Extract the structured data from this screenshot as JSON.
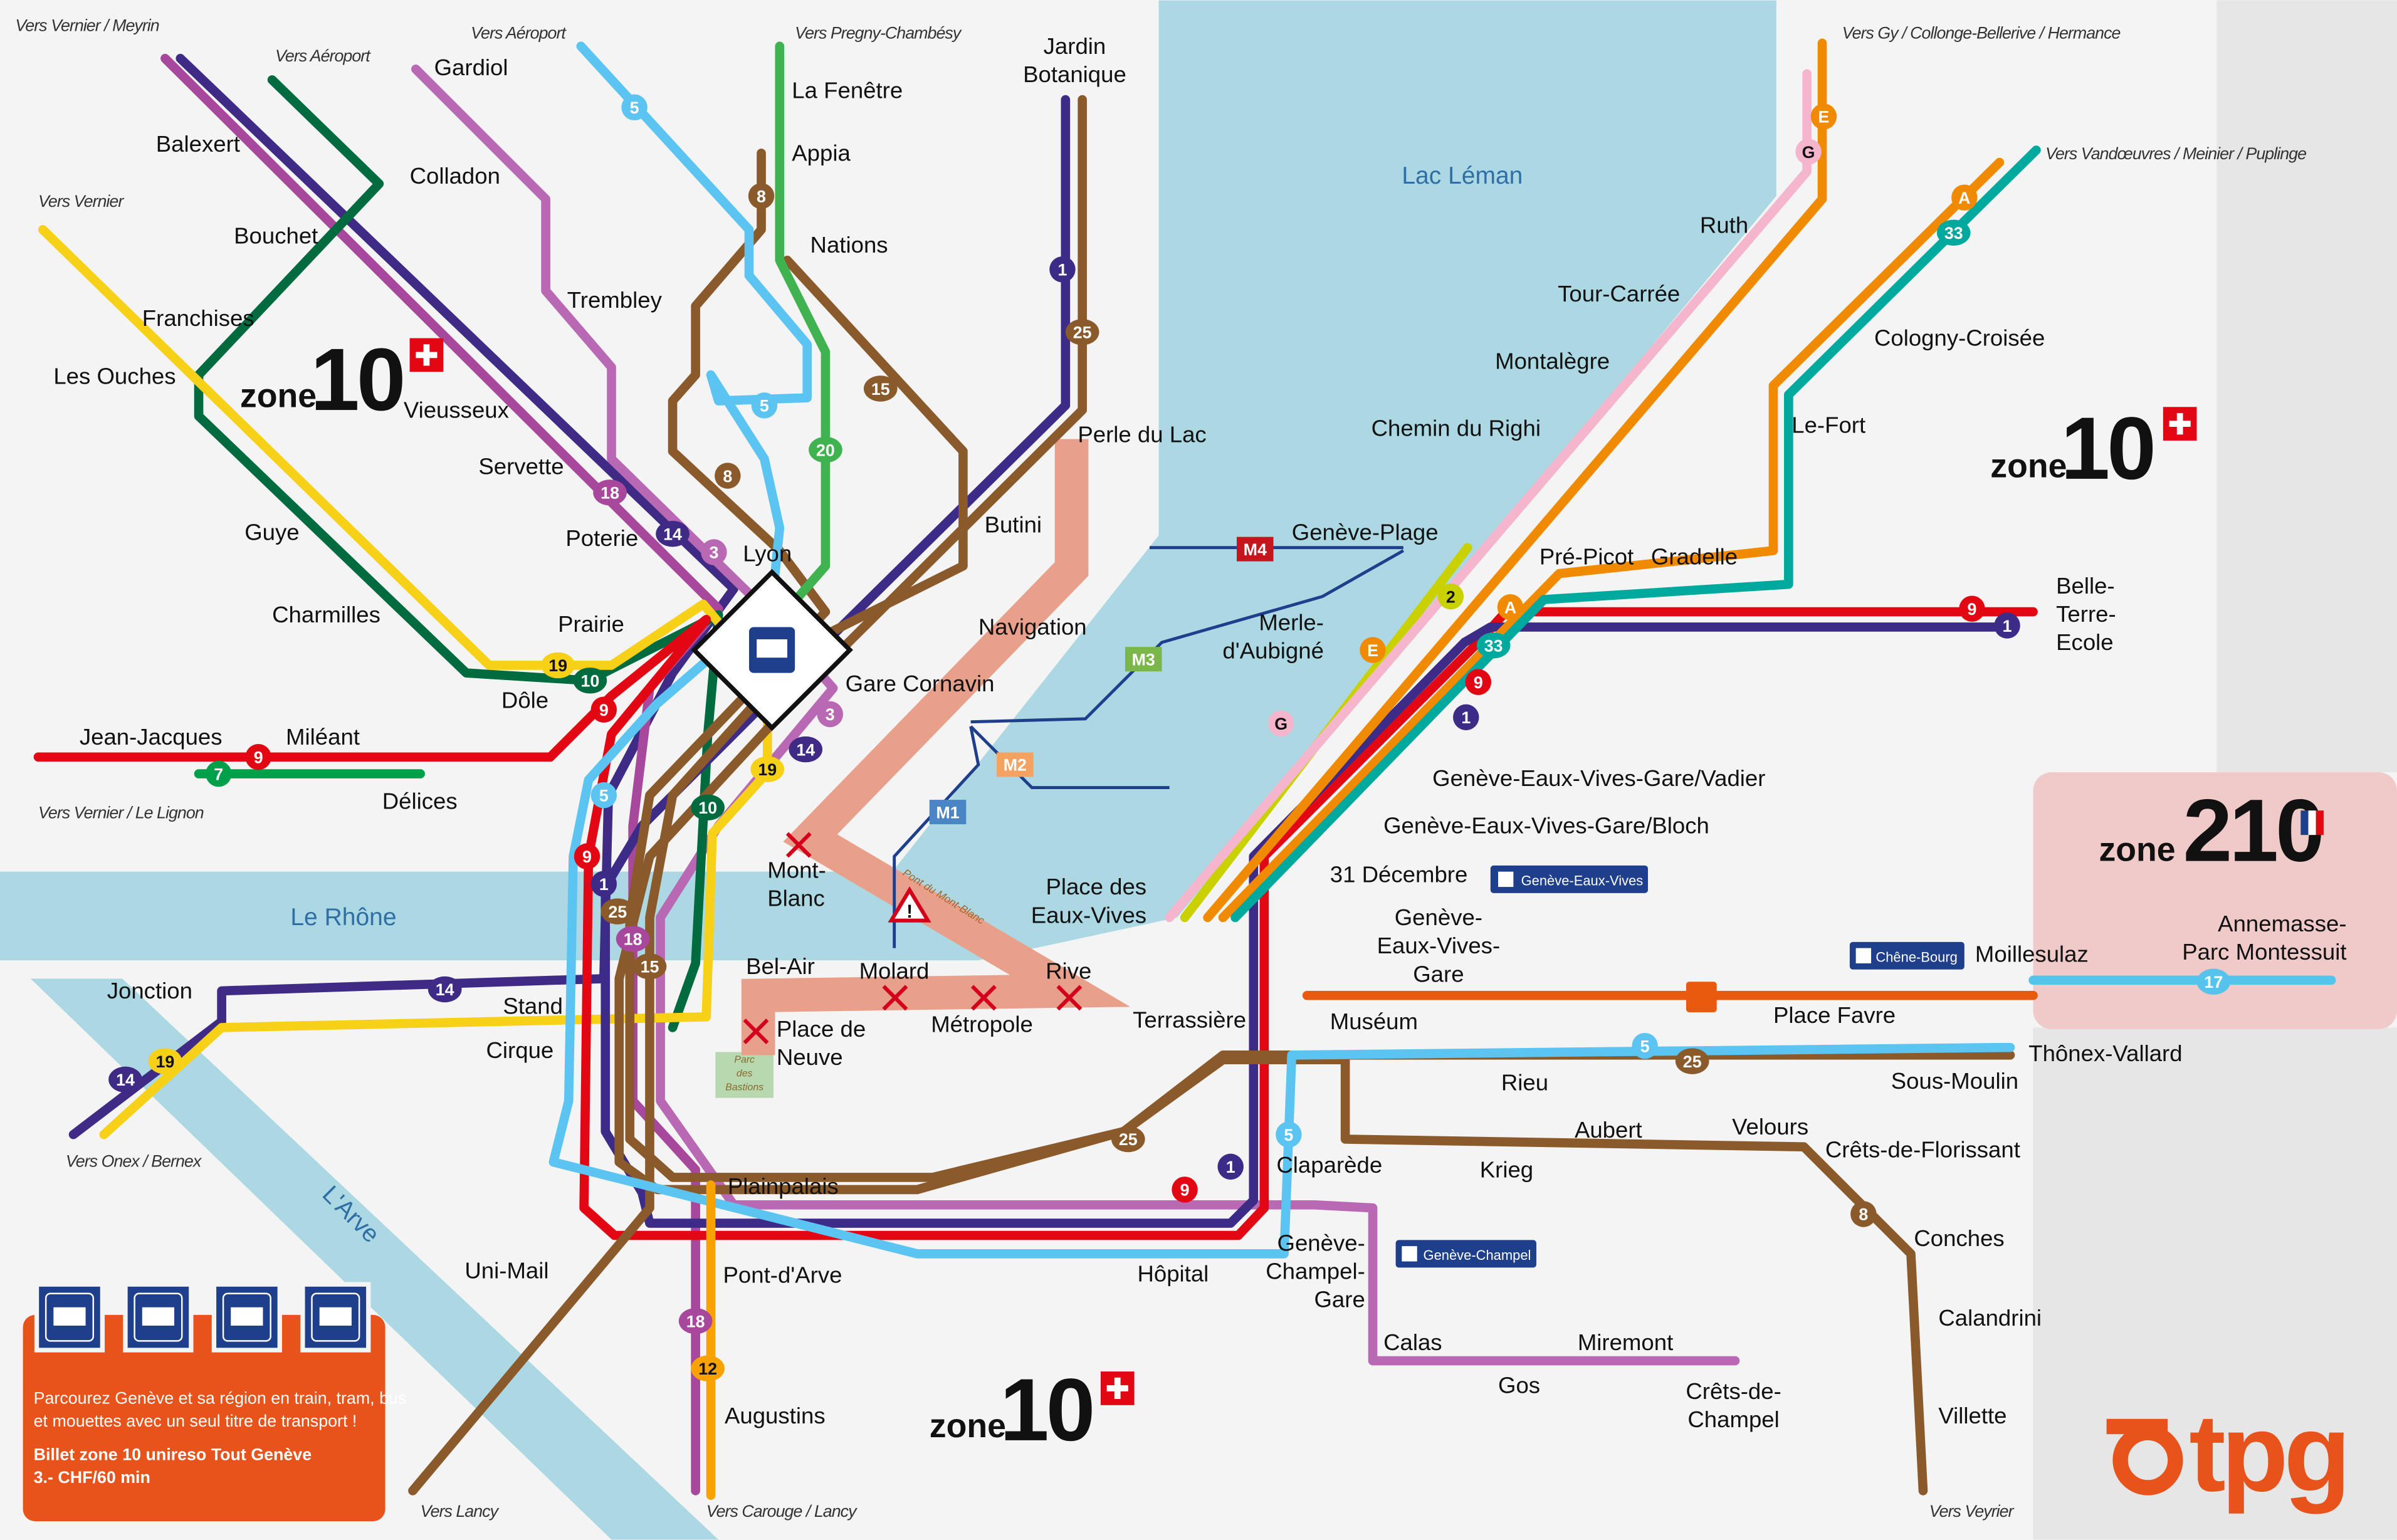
{
  "map": {
    "water_labels": {
      "lake": "Lac Léman",
      "rhone": "Le Rhône",
      "arve": "L'Arve",
      "bridge": "Pont du Mont-Blanc",
      "park": [
        "Parc",
        "des",
        "Bastions"
      ]
    },
    "colors": {
      "background": "#f4f4f4",
      "water": "#acd8e3",
      "pedestrian_zone": "#e8a08a",
      "zone210": "#f0c9c9",
      "outer": "#e6e6e6",
      "tpg_orange": "#e8531b",
      "navy": "#1d3f8c"
    }
  },
  "directions": {
    "vernier_meyrin": "Vers Vernier / Meyrin",
    "aeroport1": "Vers Aéroport",
    "aeroport2": "Vers Aéroport",
    "pregny": "Vers Pregny-Chambésy",
    "vernier": "Vers Vernier",
    "gy": "Vers Gy / Collonge-Bellerive / Hermance",
    "vandoeuvres": "Vers Vandœuvres / Meinier / Puplinge",
    "lignon": "Vers Vernier / Le Lignon",
    "onex": "Vers Onex / Bernex",
    "lancy": "Vers Lancy",
    "carouge": "Vers Carouge / Lancy",
    "veyrier": "Vers Veyrier"
  },
  "stations": {
    "gardiol": "Gardiol",
    "jardin": [
      "Jardin",
      "Botanique"
    ],
    "fenetre": "La Fenêtre",
    "appia": "Appia",
    "nations": "Nations",
    "balexert": "Balexert",
    "colladon": "Colladon",
    "bouchet": "Bouchet",
    "trembley": "Trembley",
    "franchises": "Franchises",
    "ouches": "Les Ouches",
    "vieusseux": "Vieusseux",
    "servette": "Servette",
    "perle": "Perle du Lac",
    "guye": "Guye",
    "poterie": "Poterie",
    "lyon": "Lyon",
    "butini": "Butini",
    "charmilles": "Charmilles",
    "prairie": "Prairie",
    "navigation": "Navigation",
    "cornavin": "Gare Cornavin",
    "dole": "Dôle",
    "jeanjacques": "Jean-Jacques",
    "mileant": "Miléant",
    "delices": "Délices",
    "montblanc": [
      "Mont-",
      "Blanc"
    ],
    "eauxvives": [
      "Place des",
      "Eaux-Vives"
    ],
    "belair": "Bel-Air",
    "molard": "Molard",
    "rive": "Rive",
    "jonction": "Jonction",
    "stand": "Stand",
    "neuve": [
      "Place de",
      "Neuve"
    ],
    "metropole": "Métropole",
    "terrassiere": "Terrassière",
    "cirque": "Cirque",
    "plainpalais": "Plainpalais",
    "unimail": "Uni-Mail",
    "pontdarve": "Pont-d'Arve",
    "augustins": "Augustins",
    "hopital": "Hôpital",
    "champelgare": [
      "Genève-",
      "Champel-",
      "Gare"
    ],
    "claparede": "Claparède",
    "museum": "Muséum",
    "rieu": "Rieu",
    "krieg": "Krieg",
    "aubert": "Aubert",
    "velours": "Velours",
    "florissant": "Crêts-de-Florissant",
    "conches": "Conches",
    "calandrini": "Calandrini",
    "villette": "Villette",
    "calas": "Calas",
    "gos": "Gos",
    "miremont": "Miremont",
    "cretschampel": [
      "Crêts-de-",
      "Champel"
    ],
    "placefavre": "Place Favre",
    "moillesulaz": "Moillesulaz",
    "annemasse": [
      "Annemasse-",
      "Parc Montessuit"
    ],
    "thonex": "Thônex-Vallard",
    "sousmoulin": "Sous-Moulin",
    "gevgare": [
      "Genève-",
      "Eaux-Vives-",
      "Gare"
    ],
    "decembre": "31 Décembre",
    "bloch": "Genève-Eaux-Vives-Gare/Bloch",
    "vadier": "Genève-Eaux-Vives-Gare/Vadier",
    "merle": [
      "Merle-",
      "d'Aubigné"
    ],
    "plage": "Genève-Plage",
    "prepicot": "Pré-Picot",
    "gradelle": "Gradelle",
    "belleterre": [
      "Belle-",
      "Terre-",
      "Ecole"
    ],
    "righi": "Chemin du Righi",
    "montalegre": "Montalègre",
    "tourcarree": "Tour-Carrée",
    "ruth": "Ruth",
    "cologny": "Cologny-Croisée",
    "lefort": "Le-Fort"
  },
  "train_tags": {
    "eauxvives": "Genève-Eaux-Vives",
    "chenebourg": "Chêne-Bourg",
    "champel": "Genève-Champel"
  },
  "zones": {
    "z1": {
      "word": "zone",
      "num": "10"
    },
    "z2": {
      "word": "zone",
      "num": "10"
    },
    "z3": {
      "word": "zone",
      "num": "10"
    },
    "z4": {
      "word": "zone",
      "num": "210"
    }
  },
  "lines": [
    {
      "id": "14",
      "color": "#3f2b85"
    },
    {
      "id": "18",
      "color": "#a8489c"
    },
    {
      "id": "3",
      "color": "#b968b4"
    },
    {
      "id": "10",
      "color": "#006b3f"
    },
    {
      "id": "19",
      "color": "#f7d117"
    },
    {
      "id": "9",
      "color": "#e30613"
    },
    {
      "id": "7",
      "color": "#00a04a"
    },
    {
      "id": "1",
      "color": "#3d2b88"
    },
    {
      "id": "25",
      "color": "#8b5a2b"
    },
    {
      "id": "8",
      "color": "#8b5a2b"
    },
    {
      "id": "15",
      "color": "#8b5a2b"
    },
    {
      "id": "20",
      "color": "#3fb34f"
    },
    {
      "id": "5",
      "color": "#5bc4f1"
    },
    {
      "id": "12",
      "color": "#f8a200"
    },
    {
      "id": "2",
      "color": "#c9d200"
    },
    {
      "id": "E",
      "color": "#f08a00"
    },
    {
      "id": "G",
      "color": "#f4b5cd"
    },
    {
      "id": "A",
      "color": "#f08a00"
    },
    {
      "id": "33",
      "color": "#00a99d"
    },
    {
      "id": "17",
      "color": "#55c3eb"
    },
    {
      "id": "Léman Express",
      "color": "#e95a0e"
    }
  ],
  "badges": [
    {
      "label": "5",
      "color": "#5bc4f1"
    },
    {
      "label": "8",
      "color": "#8b5a2b"
    },
    {
      "label": "1",
      "color": "#3d2b88"
    },
    {
      "label": "25",
      "color": "#8b5a2b"
    },
    {
      "label": "15",
      "color": "#8b5a2b"
    },
    {
      "label": "5",
      "color": "#5bc4f1"
    },
    {
      "label": "20",
      "color": "#3fb34f"
    },
    {
      "label": "8",
      "color": "#8b5a2b"
    },
    {
      "label": "18",
      "color": "#a8489c"
    },
    {
      "label": "14",
      "color": "#3f2b85"
    },
    {
      "label": "3",
      "color": "#b968b4"
    },
    {
      "label": "19",
      "color": "#f7d117"
    },
    {
      "label": "10",
      "color": "#006b3f"
    },
    {
      "label": "9",
      "color": "#e30613"
    },
    {
      "label": "9",
      "color": "#e30613"
    },
    {
      "label": "7",
      "color": "#00a04a"
    },
    {
      "label": "3",
      "color": "#b968b4"
    },
    {
      "label": "14",
      "color": "#3f2b85"
    },
    {
      "label": "19",
      "color": "#f7d117"
    },
    {
      "label": "10",
      "color": "#006b3f"
    },
    {
      "label": "5",
      "color": "#5bc4f1"
    },
    {
      "label": "9",
      "color": "#e30613"
    },
    {
      "label": "1",
      "color": "#3d2b88"
    },
    {
      "label": "25",
      "color": "#8b5a2b"
    },
    {
      "label": "18",
      "color": "#a8489c"
    },
    {
      "label": "15",
      "color": "#8b5a2b"
    },
    {
      "label": "14",
      "color": "#3f2b85"
    },
    {
      "label": "19",
      "color": "#f7d117"
    },
    {
      "label": "14",
      "color": "#3f2b85"
    },
    {
      "label": "18",
      "color": "#a8489c"
    },
    {
      "label": "12",
      "color": "#f8a200"
    },
    {
      "label": "25",
      "color": "#8b5a2b"
    },
    {
      "label": "9",
      "color": "#e30613"
    },
    {
      "label": "1",
      "color": "#3d2b88"
    },
    {
      "label": "5",
      "color": "#5bc4f1"
    },
    {
      "label": "5",
      "color": "#5bc4f1"
    },
    {
      "label": "25",
      "color": "#8b5a2b"
    },
    {
      "label": "8",
      "color": "#8b5a2b"
    },
    {
      "label": "9",
      "color": "#e30613"
    },
    {
      "label": "1",
      "color": "#3d2b88"
    },
    {
      "label": "17",
      "color": "#55c3eb"
    },
    {
      "label": "E",
      "color": "#f08a00"
    },
    {
      "label": "G",
      "color": "#f4b5cd"
    },
    {
      "label": "A",
      "color": "#f08a00"
    },
    {
      "label": "33",
      "color": "#00a99d"
    },
    {
      "label": "2",
      "color": "#c9d200"
    },
    {
      "label": "A",
      "color": "#f08a00"
    },
    {
      "label": "33",
      "color": "#00a99d"
    },
    {
      "label": "9",
      "color": "#e30613"
    },
    {
      "label": "1",
      "color": "#3d2b88"
    },
    {
      "label": "E",
      "color": "#f08a00"
    },
    {
      "label": "G",
      "color": "#f4b5cd"
    }
  ],
  "boats": [
    {
      "label": "M4",
      "color": "#c4161c"
    },
    {
      "label": "M3",
      "color": "#7ab648"
    },
    {
      "label": "M2",
      "color": "#f4a261"
    },
    {
      "label": "M1",
      "color": "#4a86c5"
    }
  ],
  "info_box": {
    "icons": [
      "train-icon",
      "tram-icon",
      "bus-icon",
      "boat-icon"
    ],
    "text": [
      "Parcourez Genève et sa région en train, tram, bus",
      "et mouettes avec un seul titre de transport !"
    ],
    "ticket": [
      "Billet zone 10 unireso Tout Genève",
      "3.- CHF/60 min"
    ]
  },
  "logo": "tpg"
}
